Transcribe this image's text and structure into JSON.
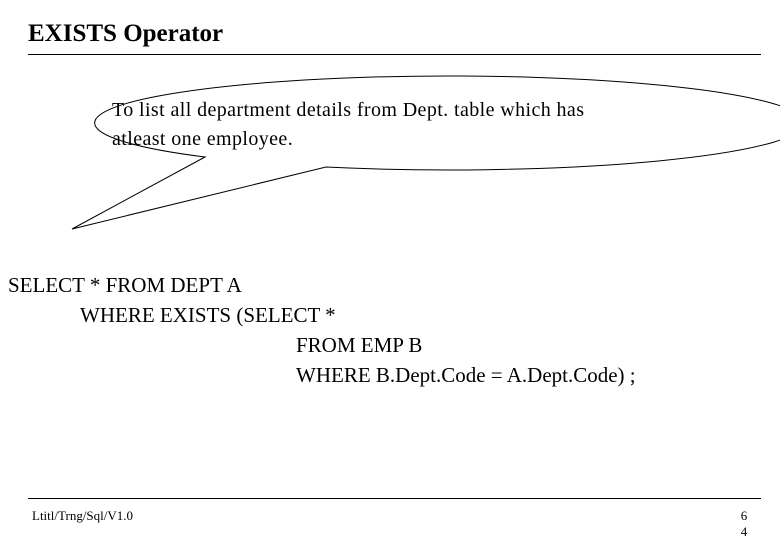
{
  "slide": {
    "title": "EXISTS Operator"
  },
  "callout": {
    "lines": [
      "To list all department details from Dept. table which has",
      "atleast one employee."
    ]
  },
  "code": {
    "lines": [
      "SELECT * FROM DEPT A",
      "WHERE EXISTS (SELECT *",
      "FROM EMP B",
      "WHERE B.Dept.Code = A.Dept.Code) ;"
    ]
  },
  "footer": {
    "label": "Ltitl/Trng/Sql/V1.0",
    "page_digits": [
      "6",
      "4"
    ]
  }
}
